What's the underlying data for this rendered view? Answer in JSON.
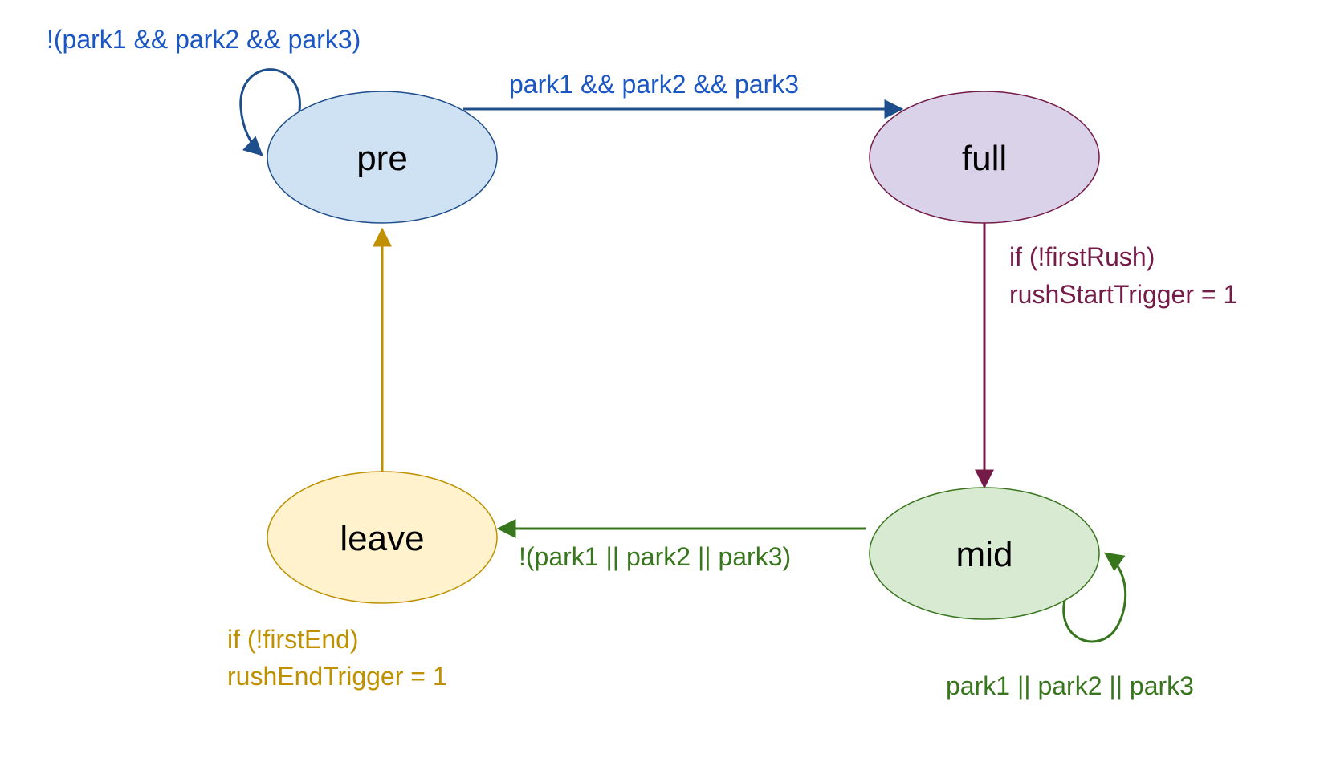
{
  "colors": {
    "blue": "#1f4e8c",
    "blue_text": "#1a56c4",
    "purple": "#741b47",
    "green": "#38761d",
    "gold": "#bf9000",
    "pre_fill": "#cfe2f3",
    "full_fill": "#d9d2e9",
    "mid_fill": "#d9ead3",
    "leave_fill": "#fff2cc"
  },
  "states": {
    "pre": "pre",
    "full": "full",
    "mid": "mid",
    "leave": "leave"
  },
  "transitions": {
    "pre_self": "!(park1 && park2 && park3)",
    "pre_to_full": "park1 && park2 && park3",
    "full_to_mid": {
      "line1": "if (!firstRush)",
      "line2": "rushStartTrigger = 1"
    },
    "mid_to_leave": "!(park1 || park2 || park3)",
    "mid_self": "park1 || park2 || park3",
    "leave_to_pre": {
      "line1": "if (!firstEnd)",
      "line2": "rushEndTrigger = 1"
    }
  }
}
